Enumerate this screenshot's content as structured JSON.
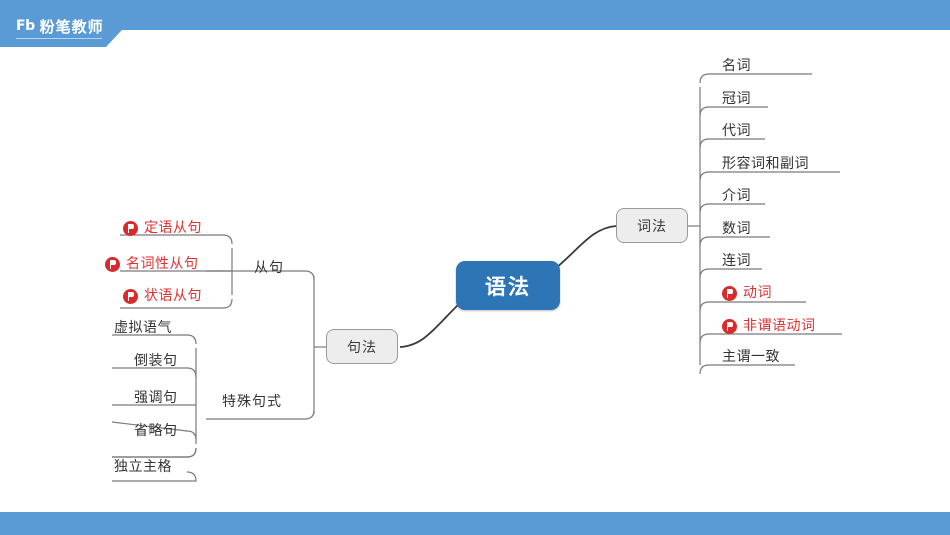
{
  "header": {
    "logo_mark": "Fb",
    "logo_text": "粉笔教师",
    "brand_color": "#5B9BD5"
  },
  "mindmap": {
    "root": {
      "label": "语法",
      "color": "#2E75B6",
      "text_color": "#ffffff"
    },
    "branches": [
      {
        "name": "cifa",
        "label": "词法",
        "side": "right"
      },
      {
        "name": "jufa",
        "label": "句法",
        "side": "left"
      }
    ],
    "groups": [
      {
        "name": "cifa-items",
        "parent": "词法",
        "label": ""
      },
      {
        "name": "congju",
        "parent": "句法",
        "label": "从句"
      },
      {
        "name": "teshujushi",
        "parent": "句法",
        "label": "特殊句式"
      }
    ],
    "cifa_items": [
      {
        "label": "名词",
        "highlight": false,
        "icon": ""
      },
      {
        "label": "冠词",
        "highlight": false,
        "icon": ""
      },
      {
        "label": "代词",
        "highlight": false,
        "icon": ""
      },
      {
        "label": "形容词和副词",
        "highlight": false,
        "icon": ""
      },
      {
        "label": "介词",
        "highlight": false,
        "icon": ""
      },
      {
        "label": "数词",
        "highlight": false,
        "icon": ""
      },
      {
        "label": "连词",
        "highlight": false,
        "icon": ""
      },
      {
        "label": "动词",
        "highlight": true,
        "icon": "flag-icon"
      },
      {
        "label": "非谓语动词",
        "highlight": true,
        "icon": "flag-icon"
      },
      {
        "label": "主谓一致",
        "highlight": false,
        "icon": ""
      }
    ],
    "congju_items": [
      {
        "label": "定语从句",
        "highlight": true,
        "icon": "flag-icon"
      },
      {
        "label": "名词性从句",
        "highlight": true,
        "icon": "flag-icon"
      },
      {
        "label": "状语从句",
        "highlight": true,
        "icon": "flag-icon"
      }
    ],
    "teshujushi_items": [
      {
        "label": "虚拟语气",
        "highlight": false,
        "icon": ""
      },
      {
        "label": "倒装句",
        "highlight": false,
        "icon": ""
      },
      {
        "label": "强调句",
        "highlight": false,
        "icon": ""
      },
      {
        "label": "省略句",
        "highlight": false,
        "icon": ""
      },
      {
        "label": "独立主格",
        "highlight": false,
        "icon": ""
      }
    ],
    "colors": {
      "highlight_text": "#E03030",
      "flag_badge": "#D92B2B",
      "normal_text": "#333333",
      "branch_fill": "#EDEDED",
      "branch_border": "#9a9a9a",
      "wire": "#6b6b6b"
    }
  }
}
